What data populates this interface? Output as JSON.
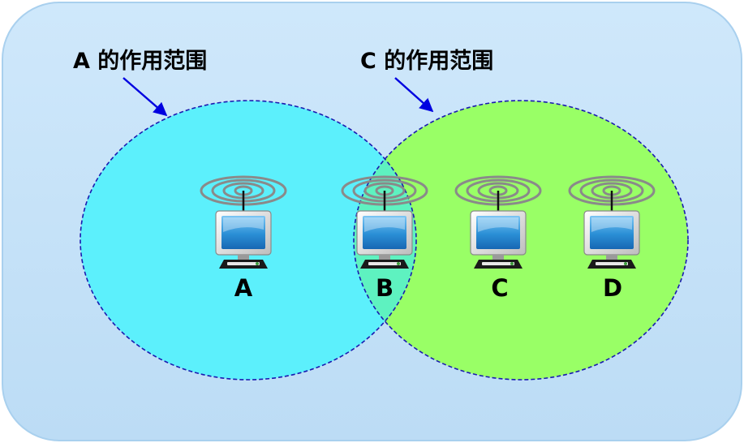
{
  "diagram": {
    "ranges": [
      {
        "id": "A",
        "label": "A 的作用范围",
        "fill": "#5cf0fc"
      },
      {
        "id": "C",
        "label": "C 的作用范围",
        "fill": "#99ff66"
      }
    ],
    "stations": [
      {
        "id": "A",
        "label": "A"
      },
      {
        "id": "B",
        "label": "B"
      },
      {
        "id": "C",
        "label": "C"
      },
      {
        "id": "D",
        "label": "D"
      }
    ],
    "colors": {
      "background": "#c4e2f8",
      "range_outline": "#1a1ab0",
      "pointer_arrow": "#0000e0",
      "overlap_fill": "#5ef2c0",
      "signal_waves": "#8a8a8a",
      "monitor_screen": "#2a8fd6"
    },
    "icon_names": {
      "station": "wireless-monitor-icon",
      "signal": "signal-waves-icon"
    }
  }
}
